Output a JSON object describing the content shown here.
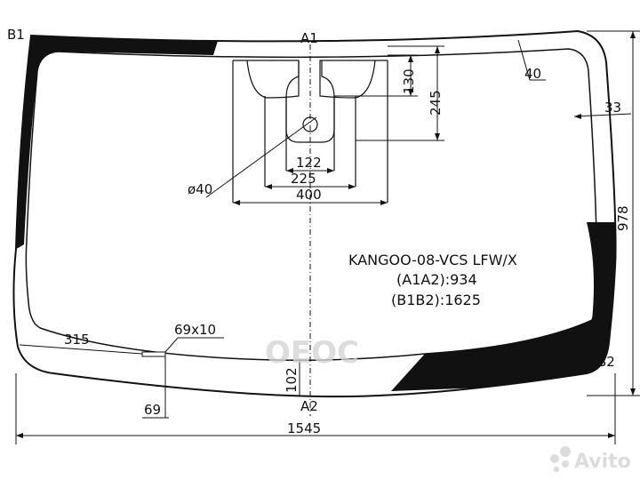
{
  "part": {
    "code": "KANGOO-08-VCS LFW/X",
    "a1a2": "(A1A2):934",
    "b1b2": "(B1B2):1625"
  },
  "points": {
    "a1": "A1",
    "a2": "A2",
    "b1": "B1",
    "b2": "B2"
  },
  "dimensions": {
    "top_band": "130",
    "mirror_area_height": "245",
    "corner_offset": "40",
    "side_band": "33",
    "width_122": "122",
    "width_225": "225",
    "width_400": "400",
    "sensor_diameter": "ø40",
    "total_height": "978",
    "total_width": "1545",
    "bottom_offset_315": "315",
    "cutout_size": "69x10",
    "cutout_height": "69",
    "bottom_band": "102"
  },
  "watermarks": {
    "left": "ОЕОС",
    "right": "Avito"
  },
  "colors": {
    "line": "#111111",
    "watermark": "#d4d4d4"
  }
}
